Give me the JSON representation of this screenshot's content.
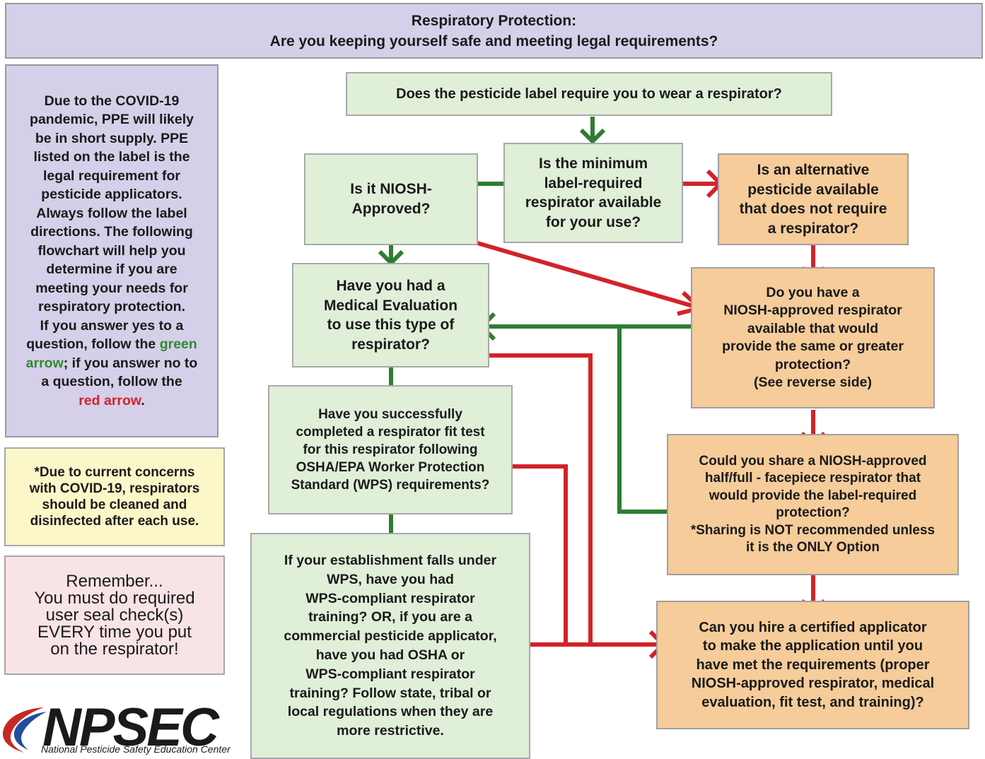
{
  "title": {
    "line1": "Respiratory Protection:",
    "line2": "Are you keeping yourself safe and meeting legal requirements?"
  },
  "intro": {
    "lines": [
      "Due to the COVID-19",
      "pandemic, PPE will likely",
      "be in short supply. PPE",
      "listed on the label is the",
      "legal requirement for",
      "pesticide applicators.",
      "Always follow the label",
      "directions. The following",
      "flowchart will help you",
      "determine if you are",
      "meeting your needs for",
      "respiratory protection.",
      "If you answer yes to a"
    ],
    "line14_pre": "question, follow the ",
    "green_word": "green",
    "green_arrow_word": "arrow",
    "line15_post": "; if you answer no to",
    "line16": "a question, follow the",
    "red_text": "red arrow",
    "red_text_post": "."
  },
  "covid_note": [
    "*Due to current concerns",
    "with COVID-19, respirators",
    "should be cleaned and",
    "disinfected after each use."
  ],
  "remember": [
    "Remember...",
    "You must do required",
    "user seal check(s)",
    "EVERY time you put",
    "on the respirator!"
  ],
  "questions": {
    "q1": [
      "Does the pesticide label require you to wear a respirator?"
    ],
    "q2": [
      "Is the minimum",
      "label-required",
      "respirator available",
      "for your use?"
    ],
    "q3": [
      "Is it NIOSH-",
      "Approved?"
    ],
    "q4": [
      "Is an alternative",
      "pesticide available",
      "that does not require",
      "a respirator?"
    ],
    "q5": [
      "Have you had a",
      "Medical Evaluation",
      "to use this type of",
      "respirator?"
    ],
    "q6": [
      "Do you have a",
      "NIOSH-approved respirator",
      "available that would",
      "provide the same or greater",
      "protection?",
      "(See reverse side)"
    ],
    "q7": [
      "Have you successfully",
      "completed a respirator fit test",
      "for this respirator following",
      "OSHA/EPA Worker Protection",
      "Standard (WPS) requirements?"
    ],
    "q8": [
      "Could you share a NIOSH-approved",
      "half/full - facepiece respirator that",
      "would provide the label-required",
      "protection?",
      "*Sharing is NOT recommended unless",
      "it is the ONLY Option"
    ],
    "q9": [
      "If your establishment falls under",
      "WPS, have you had",
      "WPS-compliant respirator",
      "training? OR, if you are a",
      "commercial pesticide applicator,",
      "have you had OSHA or",
      "WPS-compliant respirator",
      "training? Follow state, tribal or",
      "local regulations when they are",
      "more restrictive."
    ],
    "q10": [
      "Can you hire a certified applicator",
      "to make the application until you",
      "have met the requirements (proper",
      "NIOSH-approved respirator, medical",
      "evaluation, fit test, and training)?"
    ]
  },
  "logo": {
    "name": "NPSEC",
    "subtitle": "National Pesticide Safety Education Center"
  },
  "colors": {
    "yes_arrow": "#2e7d32",
    "no_arrow": "#d2232a",
    "question_green": "#e0efd8",
    "question_orange": "#f5cc9a",
    "intro_purple": "#d6cfe9",
    "note_yellow": "#fbf7c8",
    "remember_pink": "#f8e3e6"
  }
}
